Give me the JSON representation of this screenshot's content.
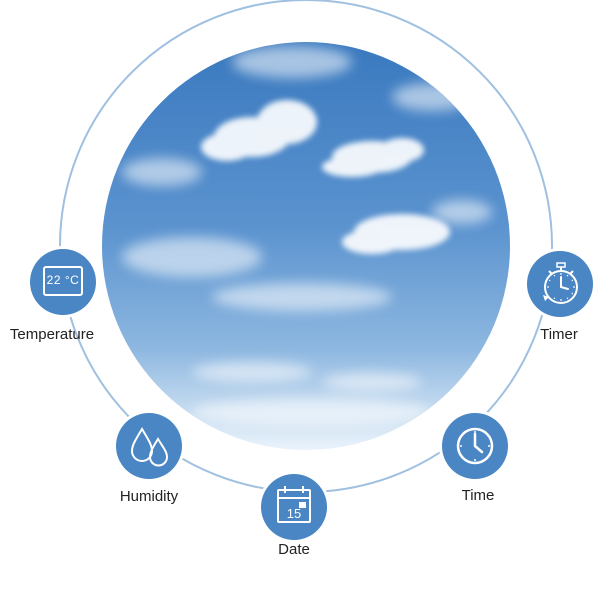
{
  "colors": {
    "accent": "#4a86c4",
    "ring": "#9fc0e0",
    "sky_top": "#3f7fc3",
    "sky_bottom": "#e8f2fb"
  },
  "features": {
    "temperature": {
      "label": "Temperature",
      "icon": "thermometer-display-icon",
      "readout": "22 °C"
    },
    "humidity": {
      "label": "Humidity",
      "icon": "water-drops-icon"
    },
    "date": {
      "label": "Date",
      "icon": "calendar-icon",
      "readout": "15"
    },
    "time": {
      "label": "Time",
      "icon": "clock-icon"
    },
    "timer": {
      "label": "Timer",
      "icon": "stopwatch-icon"
    }
  }
}
